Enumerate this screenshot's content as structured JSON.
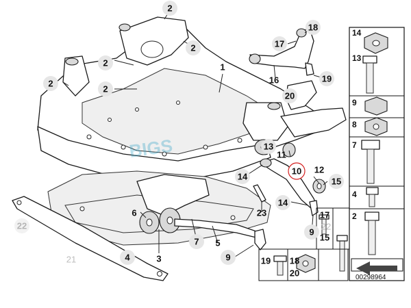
{
  "diagram": {
    "reference_code": "00298964",
    "watermark_text": "BIGS",
    "callouts": [
      {
        "id": "c1",
        "label": "1"
      },
      {
        "id": "c2a",
        "label": "2"
      },
      {
        "id": "c2b",
        "label": "2"
      },
      {
        "id": "c2c",
        "label": "2"
      },
      {
        "id": "c2d",
        "label": "2"
      },
      {
        "id": "c2e",
        "label": "2"
      },
      {
        "id": "c3",
        "label": "3"
      },
      {
        "id": "c4",
        "label": "4"
      },
      {
        "id": "c5",
        "label": "5"
      },
      {
        "id": "c6",
        "label": "6"
      },
      {
        "id": "c7",
        "label": "7"
      },
      {
        "id": "c9a",
        "label": "9"
      },
      {
        "id": "c9b",
        "label": "9"
      },
      {
        "id": "c10",
        "label": "10"
      },
      {
        "id": "c11",
        "label": "11"
      },
      {
        "id": "c12",
        "label": "12"
      },
      {
        "id": "c13",
        "label": "13"
      },
      {
        "id": "c14a",
        "label": "14"
      },
      {
        "id": "c14b",
        "label": "14"
      },
      {
        "id": "c15a",
        "label": "15"
      },
      {
        "id": "c15b",
        "label": "15"
      },
      {
        "id": "c16",
        "label": "16"
      },
      {
        "id": "c17a",
        "label": "17"
      },
      {
        "id": "c17b",
        "label": "17"
      },
      {
        "id": "c18a",
        "label": "18"
      },
      {
        "id": "c18b",
        "label": "18"
      },
      {
        "id": "c19a",
        "label": "19"
      },
      {
        "id": "c19b",
        "label": "19"
      },
      {
        "id": "c20a",
        "label": "20"
      },
      {
        "id": "c20b",
        "label": "20"
      },
      {
        "id": "c21",
        "label": "21"
      },
      {
        "id": "c22a",
        "label": "22"
      },
      {
        "id": "c22b",
        "label": "22"
      },
      {
        "id": "c23",
        "label": "23"
      }
    ],
    "panel": {
      "items": [
        "14",
        "13",
        "9",
        "8",
        "7",
        "4",
        "2"
      ]
    }
  }
}
